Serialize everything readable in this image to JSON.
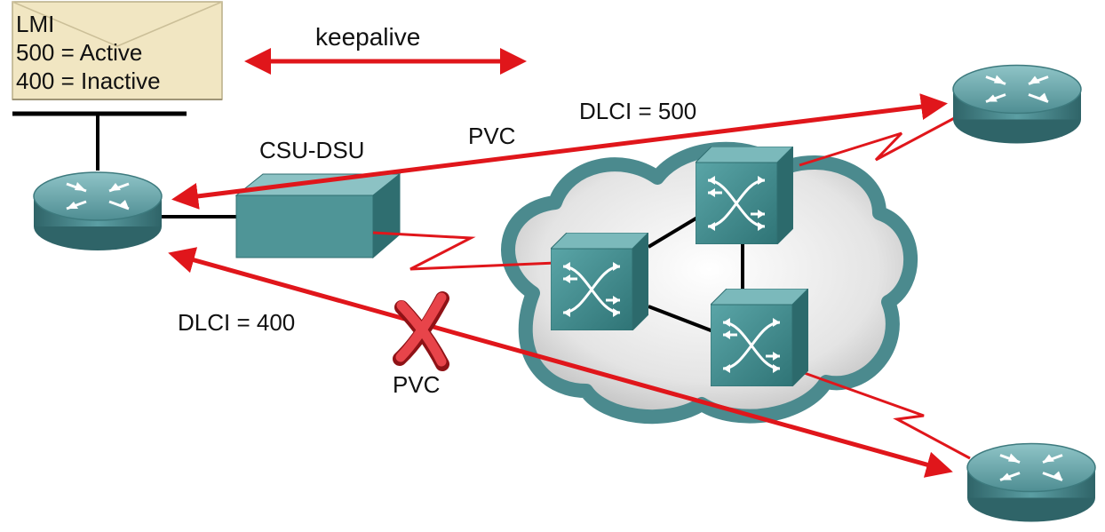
{
  "lmi_note": {
    "title": "LMI",
    "lines": [
      "500 = Active",
      "400 = Inactive"
    ]
  },
  "labels": {
    "keepalive": "keepalive",
    "csu_dsu": "CSU-DSU",
    "pvc_top": "PVC",
    "dlci_500": "DLCI = 500",
    "dlci_400": "DLCI = 400",
    "pvc_bottom": "PVC"
  },
  "colors": {
    "link_red": "#e0161b",
    "router_teal": "#4d8f94",
    "switch_teal": "#3f8a8c",
    "cloud_fill": "#d9d9d9",
    "note_fill": "#f1e6c2"
  },
  "devices": {
    "local_router_icon": "router-icon",
    "remote_router_top_icon": "router-icon",
    "remote_router_bottom_icon": "router-icon",
    "csu_dsu_icon": "csu-dsu-icon",
    "switch_icons": [
      "frame-relay-switch-icon",
      "frame-relay-switch-icon",
      "frame-relay-switch-icon"
    ],
    "failed_pvc_icon": "x-mark-icon"
  }
}
